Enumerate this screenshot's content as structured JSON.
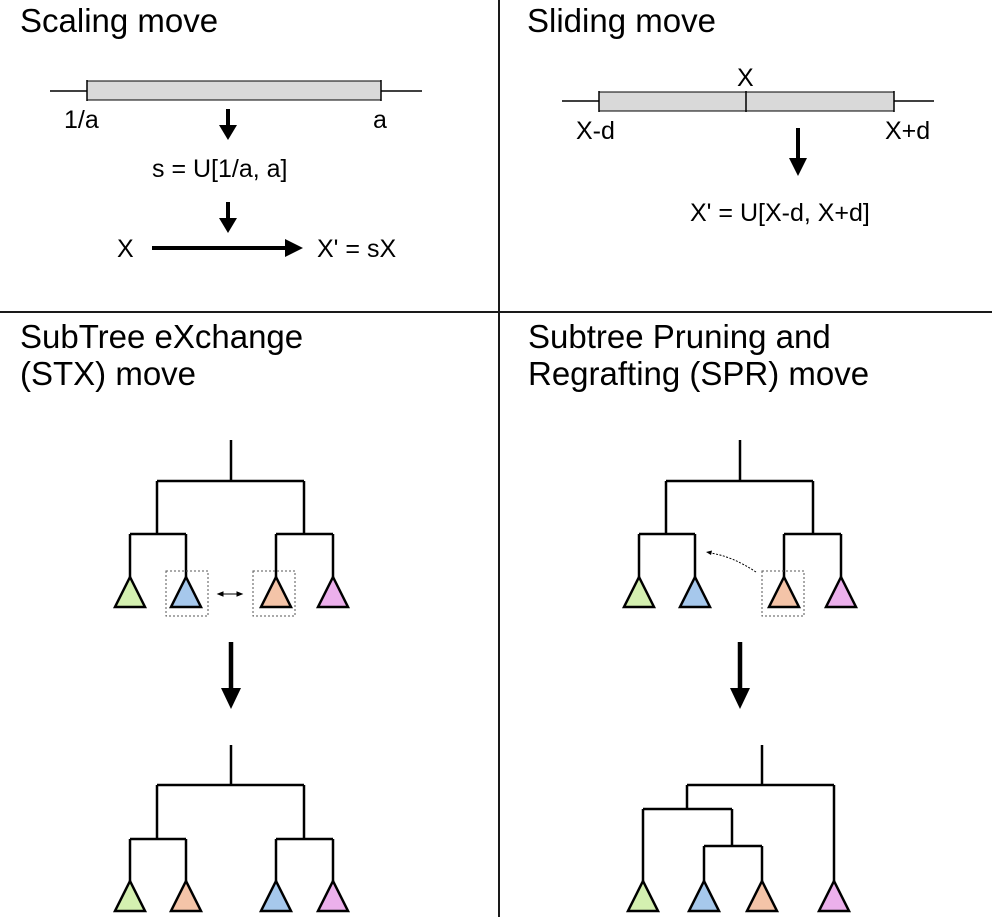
{
  "panels": {
    "scaling": {
      "title": "Scaling move",
      "min_label": "1/a",
      "max_label": "a",
      "draw_label": "s = U[1/a, a]",
      "from_label": "X",
      "to_label": "X' = sX"
    },
    "sliding": {
      "title": "Sliding move",
      "center_label": "X",
      "min_label": "X-d",
      "max_label": "X+d",
      "result_label": "X' = U[X-d, X+d]"
    },
    "stx": {
      "title_line1": "SubTree eXchange",
      "title_line2": "(STX) move"
    },
    "spr": {
      "title_line1": "Subtree Pruning and",
      "title_line2": "Regrafting (SPR) move"
    }
  },
  "subtree_colors": {
    "green": "#d4f0b0",
    "blue": "#a6c8ec",
    "orange": "#f4c4a8",
    "pink": "#ecb0ec"
  },
  "interval_fill": "#d9d9d9"
}
